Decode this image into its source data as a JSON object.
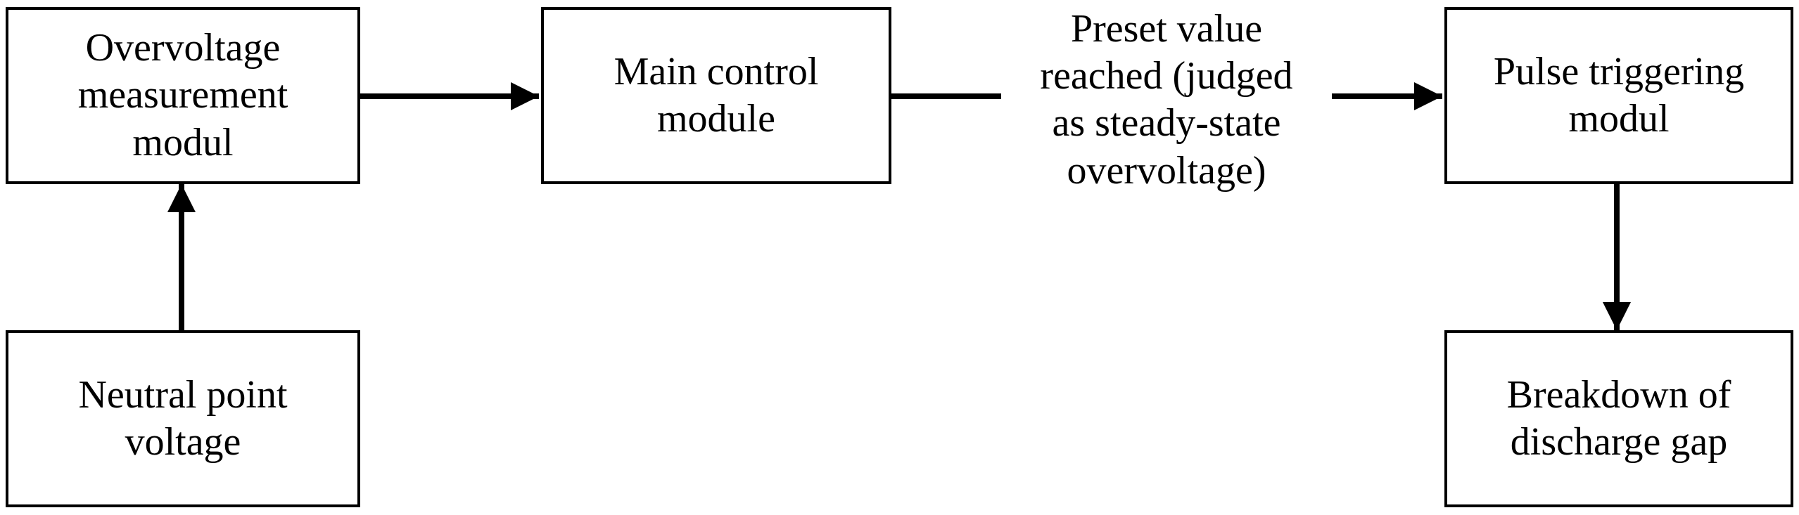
{
  "nodes": {
    "overvoltage_measurement": {
      "lines": [
        "Overvoltage",
        "measurement",
        "modul"
      ]
    },
    "main_control": {
      "lines": [
        "Main control",
        "module"
      ]
    },
    "pulse_triggering": {
      "lines": [
        "Pulse triggering",
        "modul"
      ]
    },
    "neutral_point": {
      "lines": [
        "Neutral point",
        "voltage"
      ]
    },
    "breakdown": {
      "lines": [
        "Breakdown of",
        "discharge gap"
      ]
    }
  },
  "edge_label": {
    "lines": [
      "Preset value",
      "reached (judged",
      "as steady-state",
      "overvoltage)"
    ]
  },
  "colors": {
    "stroke": "#000000",
    "background": "#ffffff"
  }
}
